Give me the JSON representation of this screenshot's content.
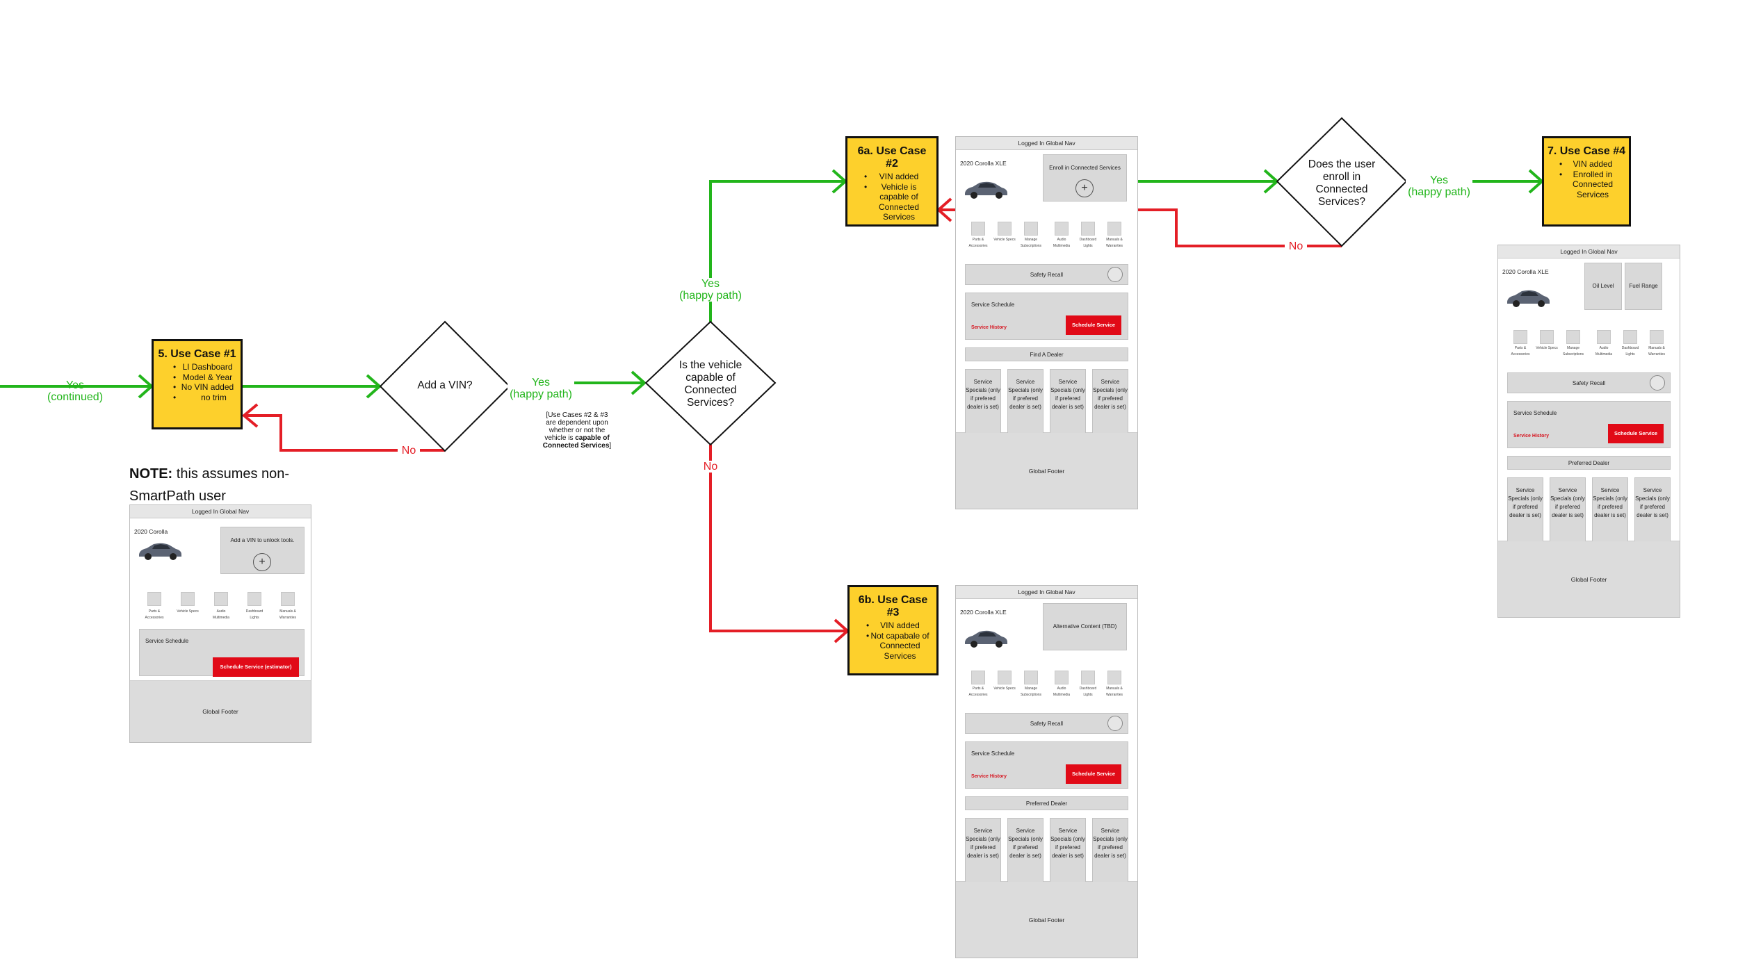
{
  "colors": {
    "yes": "#22b51b",
    "no": "#e41e26",
    "usecase_fill": "#fdd02c",
    "button_red": "#e10a17"
  },
  "labels": {
    "yes_continued": "Yes\n(continued)",
    "yes_happy": "Yes\n(happy path)",
    "yes_happy_vertical": "Yes\n(happy path)",
    "yes_enroll": "Yes\n(happy path)",
    "no_vin": "No",
    "no_capable": "No",
    "no_enroll": "No"
  },
  "usecases": {
    "uc1": {
      "title": "5. Use Case #1",
      "bullets": [
        "LI Dashboard",
        "Model & Year",
        "No VIN added",
        "no trim"
      ]
    },
    "uc2": {
      "title": "6a. Use Case #2",
      "bullets": [
        "VIN added",
        "Vehicle is capable of Connected Services"
      ]
    },
    "uc3": {
      "title": "6b. Use Case #3",
      "bullets": [
        "VIN added",
        "Not capabale of Connected Services"
      ]
    },
    "uc4": {
      "title": "7. Use Case #4",
      "bullets": [
        "VIN added",
        "Enrolled in Connected Services"
      ]
    }
  },
  "decisions": {
    "add_vin": "Add a VIN?",
    "capable": "Is the vehicle capable of Connected Services?",
    "enroll": "Does the user enroll in Connected Services?"
  },
  "notes": {
    "bold": "NOTE:",
    "text": " this assumes non-SmartPath user",
    "dependency_pre": "[Use Cases #2 & #3 are dependent upon whether or not the vehicle is ",
    "dependency_bold": "capable of Connected Services",
    "dependency_post": "]"
  },
  "wireframes": {
    "common": {
      "nav": "Logged In Global Nav",
      "footer": "Global Footer",
      "safety": "Safety Recall",
      "service": "Service Schedule",
      "history": "Service History",
      "schedule_btn": "Schedule Service",
      "special": "Service Specials (only if prefered dealer is set)"
    },
    "wf1": {
      "car": "2020 Corolla",
      "promo": "Add a VIN to unlock tools.",
      "tiles": [
        "Parts & Accessories",
        "Vehicle Specs",
        "Audio Multimedia",
        "Dashboard Lights",
        "Manuals & Warranties"
      ],
      "schedule_btn": "Schedule Service (estimator)"
    },
    "wf2": {
      "car": "2020 Corolla XLE",
      "promo": "Enroll in Connected Services",
      "tiles": [
        "Parts & Accessories",
        "Vehicle Specs",
        "Manage Subscriptions",
        "Audio Multimedia",
        "Dashboard Lights",
        "Manuals & Warranties"
      ],
      "dealer": "Find A Dealer"
    },
    "wf3": {
      "car": "2020 Corolla XLE",
      "promo": "Alternative Content (TBD)",
      "tiles": [
        "Parts & Accessories",
        "Vehicle Specs",
        "Manage Subscriptions",
        "Audio Multimedia",
        "Dashboard Lights",
        "Manuals & Warranties"
      ],
      "dealer": "Preferred Dealer"
    },
    "wf4": {
      "car": "2020 Corolla XLE",
      "box1": "Oil Level",
      "box2": "Fuel Range",
      "tiles": [
        "Parts & Accessories",
        "Vehicle Specs",
        "Manage Subscriptions",
        "Audio Multimedia",
        "Dashboard Lights",
        "Manuals & Warranties"
      ],
      "dealer": "Preferred Dealer"
    }
  }
}
